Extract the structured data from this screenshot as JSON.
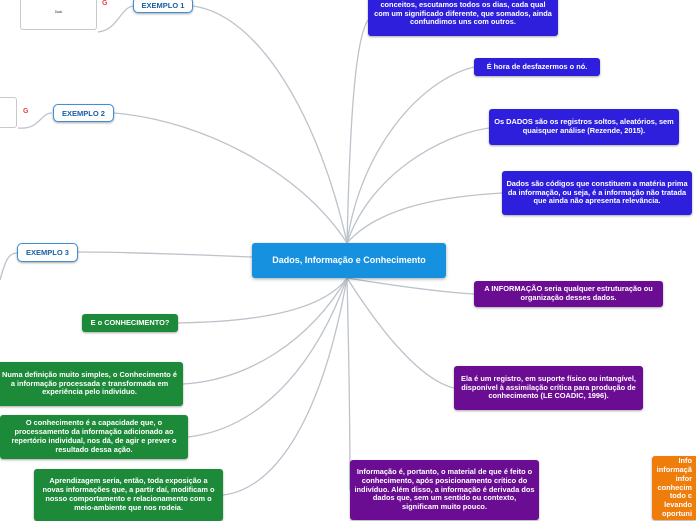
{
  "central": {
    "label": "Dados, Informação e Conhecimento"
  },
  "examples": [
    {
      "label": "EXEMPLO 1"
    },
    {
      "label": "EXEMPLO 2"
    },
    {
      "label": "EXEMPLO 3"
    }
  ],
  "thumbnails": {
    "ex1_label": "Dado",
    "icon_glyph": "G"
  },
  "right_nodes": [
    {
      "text": "conceitos, escutamos todos os dias, cada qual com um significado diferente, que somados, ainda confundimos uns com outros."
    },
    {
      "text": "É hora de desfazermos o nó."
    },
    {
      "text": "Os DADOS são os registros soltos, aleatórios, sem quaisquer análise (Rezende, 2015)."
    },
    {
      "text": "Dados são códigos que constituem a matéria prima da informação, ou seja, é a informação não tratada que ainda não apresenta relevância."
    },
    {
      "text": "A INFORMAÇÃO seria qualquer estruturação ou organização desses dados."
    },
    {
      "text": "Ela é um registro, em suporte físico ou intangível, disponível à assimilação crítica para produção de conhecimento (LE COADIC, 1996)."
    },
    {
      "text": "Informação é, portanto, o material de que é feito o conhecimento, após posicionamento crítico do indivíduo. Além disso, a informação é derivada dos dados que, sem um sentido ou contexto, significam muito pouco."
    }
  ],
  "left_nodes": [
    {
      "text": "E o CONHECIMENTO?"
    },
    {
      "text": "Numa definição muito simples, o Conhecimento é a informação processada e transformada em experiência pelo indivíduo."
    },
    {
      "text": "O conhecimento é a capacidade que, o processamento da informação adicionado ao repertório individual, nos dá, de agir e prever o resultado dessa ação."
    },
    {
      "text": "Aprendizagem seria, então, toda exposição a novas informações que, a partir daí, modificam o nosso comportamento e relacionamento com o meio-ambiente que nos rodeia."
    }
  ],
  "partial_node": {
    "text": "Info informaçã infor conhecim todo c levando oportuni"
  },
  "colors": {
    "central": "#1591e0",
    "purple": "#2d1fdc",
    "violet": "#6b0d93",
    "green": "#1d8a3a",
    "orange": "#ef7d0c",
    "example_border": "#3d8fd6",
    "connector": "#bcc3cb"
  }
}
